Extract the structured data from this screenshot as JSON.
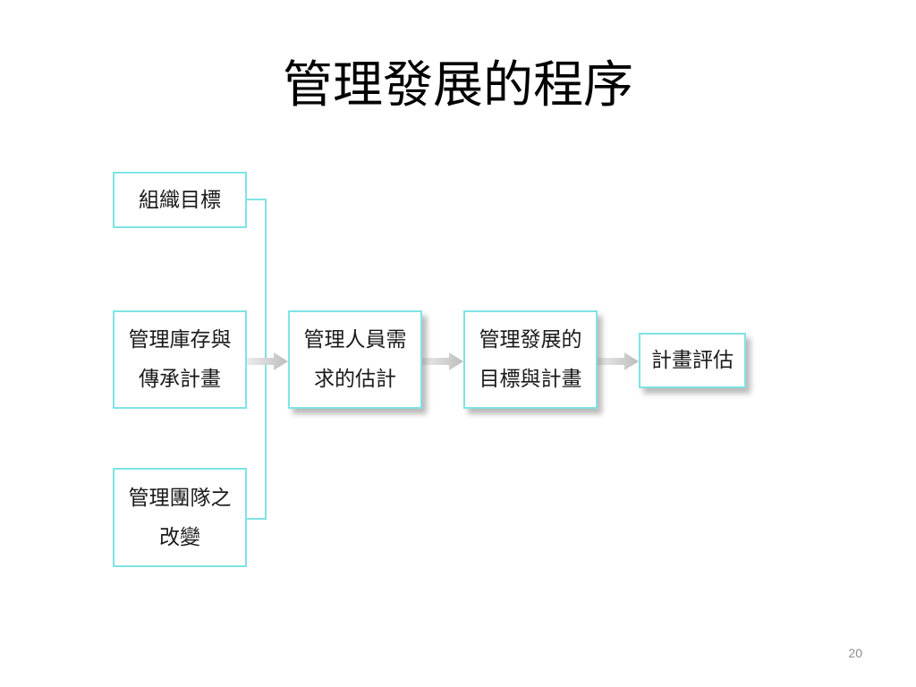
{
  "title": "管理發展的程序",
  "inputs": [
    {
      "line1": "組織目標",
      "line2": ""
    },
    {
      "line1": "管理庫存與",
      "line2": "傳承計畫"
    },
    {
      "line1": "管理團隊之",
      "line2": "改變"
    }
  ],
  "steps": [
    {
      "line1": "管理人員需",
      "line2": "求的估計"
    },
    {
      "line1": "管理發展的",
      "line2": "目標與計畫"
    },
    {
      "line1": "計畫評估",
      "line2": ""
    }
  ],
  "page_number": "20",
  "colors": {
    "box_border": "#7fe3e5",
    "bracket": "#7fe3e5",
    "arrow": "#c4c4c4"
  }
}
